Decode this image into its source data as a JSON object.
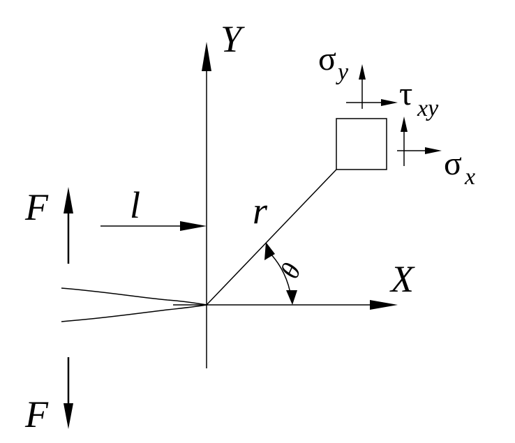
{
  "labels": {
    "y_axis": "Y",
    "x_axis": "X",
    "radius": "r",
    "angle": "θ",
    "distance": "l",
    "force_top": "F",
    "force_bottom": "F",
    "sigma_y_symbol": "σ",
    "sigma_y_subscript": "y",
    "tau_xy_symbol": "τ",
    "tau_xy_subscript": "xy",
    "sigma_x_symbol": "σ",
    "sigma_x_subscript": "x"
  }
}
